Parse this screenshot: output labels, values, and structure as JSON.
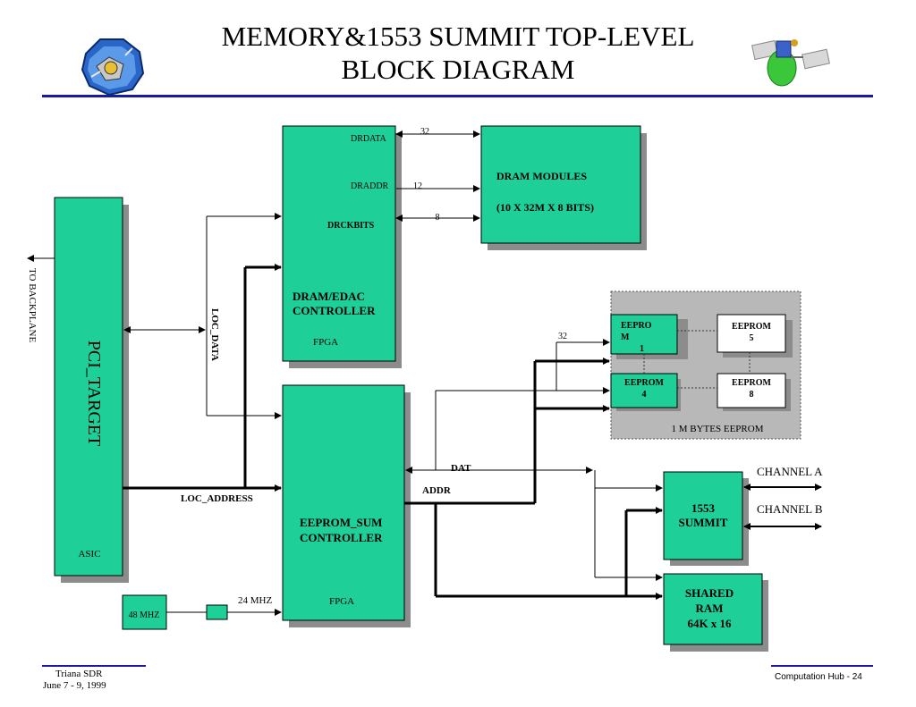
{
  "title": {
    "line1": "MEMORY&1553 SUMMIT TOP-LEVEL",
    "line2": "BLOCK DIAGRAM"
  },
  "logos": {
    "left": "mission-patch-icon",
    "right": "satellite-icon"
  },
  "colors": {
    "block_fill": "#1fcf98",
    "shadow": "#8c8c8c",
    "eeprom_group_bg": "#b8b8b8",
    "rule": "#1a1aa0"
  },
  "blocks": {
    "pci_target": {
      "label": "PCI_TARGET",
      "sublabel": "ASIC"
    },
    "dram_edac": {
      "label1": "DRAM/EDAC",
      "label2": "CONTROLLER",
      "sublabel": "FPGA"
    },
    "eeprom_sum": {
      "label1": "EEPROM_SUM",
      "label2": "CONTROLLER",
      "sublabel": "FPGA"
    },
    "dram_modules": {
      "label1": "DRAM MODULES",
      "label2": "(10 X 32M X 8 BITS)"
    },
    "eeprom_group": {
      "label": "1 M BYTES EEPROM"
    },
    "eeprom1": {
      "line1": "EEPRO",
      "line2": "M",
      "line3": "1"
    },
    "eeprom5": {
      "line1": "EEPROM",
      "line2": "5"
    },
    "eeprom4": {
      "line1": "EEPROM",
      "line2": "4"
    },
    "eeprom8": {
      "line1": "EEPROM",
      "line2": "8"
    },
    "summit": {
      "line1": "1553",
      "line2": "SUMMIT"
    },
    "shared_ram": {
      "line1": "SHARED",
      "line2": "RAM",
      "line3": "64K x 16"
    },
    "osc48": {
      "label": "48 MHZ"
    }
  },
  "signals": {
    "drdata": "DRDATA",
    "draddr": "DRADDR",
    "drckbits": "DRCKBITS",
    "loc_data": "LOC_DATA",
    "loc_address": "LOC_ADDRESS",
    "dat": "DAT",
    "addr": "ADDR",
    "to_backplane": "TO BACKPLANE",
    "channel_a": "CHANNEL A",
    "channel_b": "CHANNEL B",
    "mhz24": "24 MHZ",
    "w32a": "32",
    "w12": "12",
    "w8": "8",
    "w32b": "32"
  },
  "footer": {
    "left1": "Triana SDR",
    "left2": "June 7 - 9, 1999",
    "right": "Computation Hub  - 24"
  }
}
